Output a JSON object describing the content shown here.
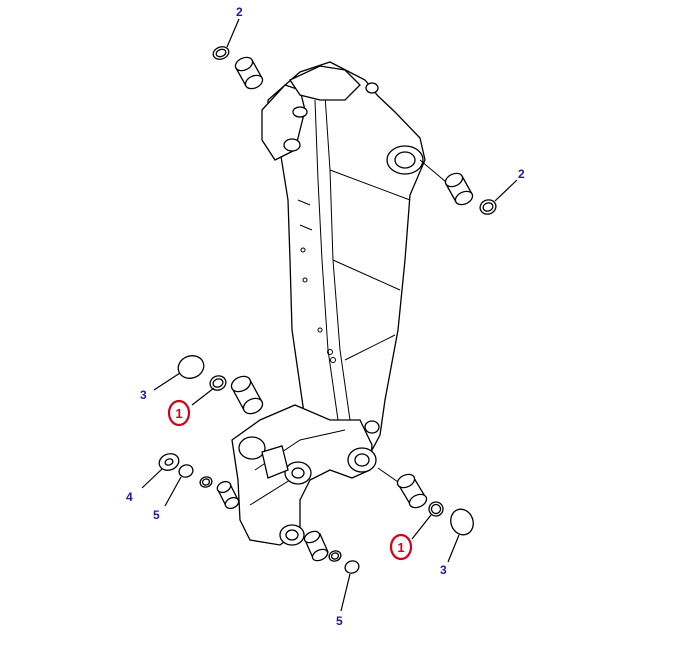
{
  "diagram": {
    "callouts": {
      "c2a": "2",
      "c2b": "2",
      "c3a": "3",
      "c3b": "3",
      "c1a": "1",
      "c1b": "1",
      "c4": "4",
      "c5a": "5",
      "c5b": "5"
    },
    "colors": {
      "line": "#000000",
      "callout_number": "#1a1aa6",
      "highlight": "#d4001a"
    }
  }
}
